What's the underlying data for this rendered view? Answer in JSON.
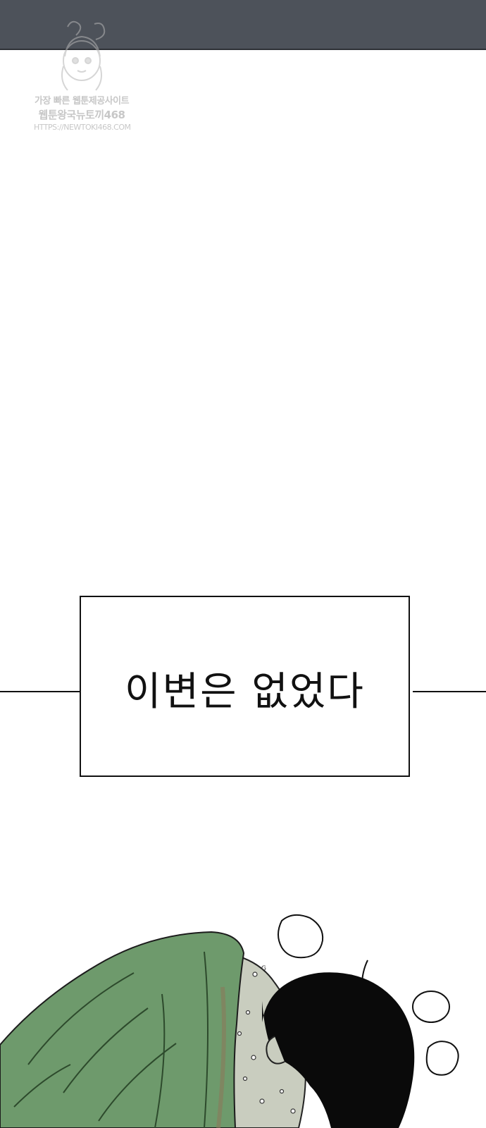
{
  "watermark": {
    "line1": "가장 빠른 웹툰제공사이트",
    "line2": "웹툰왕국뉴토끼468",
    "line3": "HTTPS://NEWTOKI468.COM"
  },
  "caption": {
    "text": "이변은 없었다"
  },
  "colors": {
    "top_bar": "#4d525a",
    "blanket": "#6e9a6c",
    "hair": "#0a0a0a",
    "skin": "#c9cdbf"
  }
}
